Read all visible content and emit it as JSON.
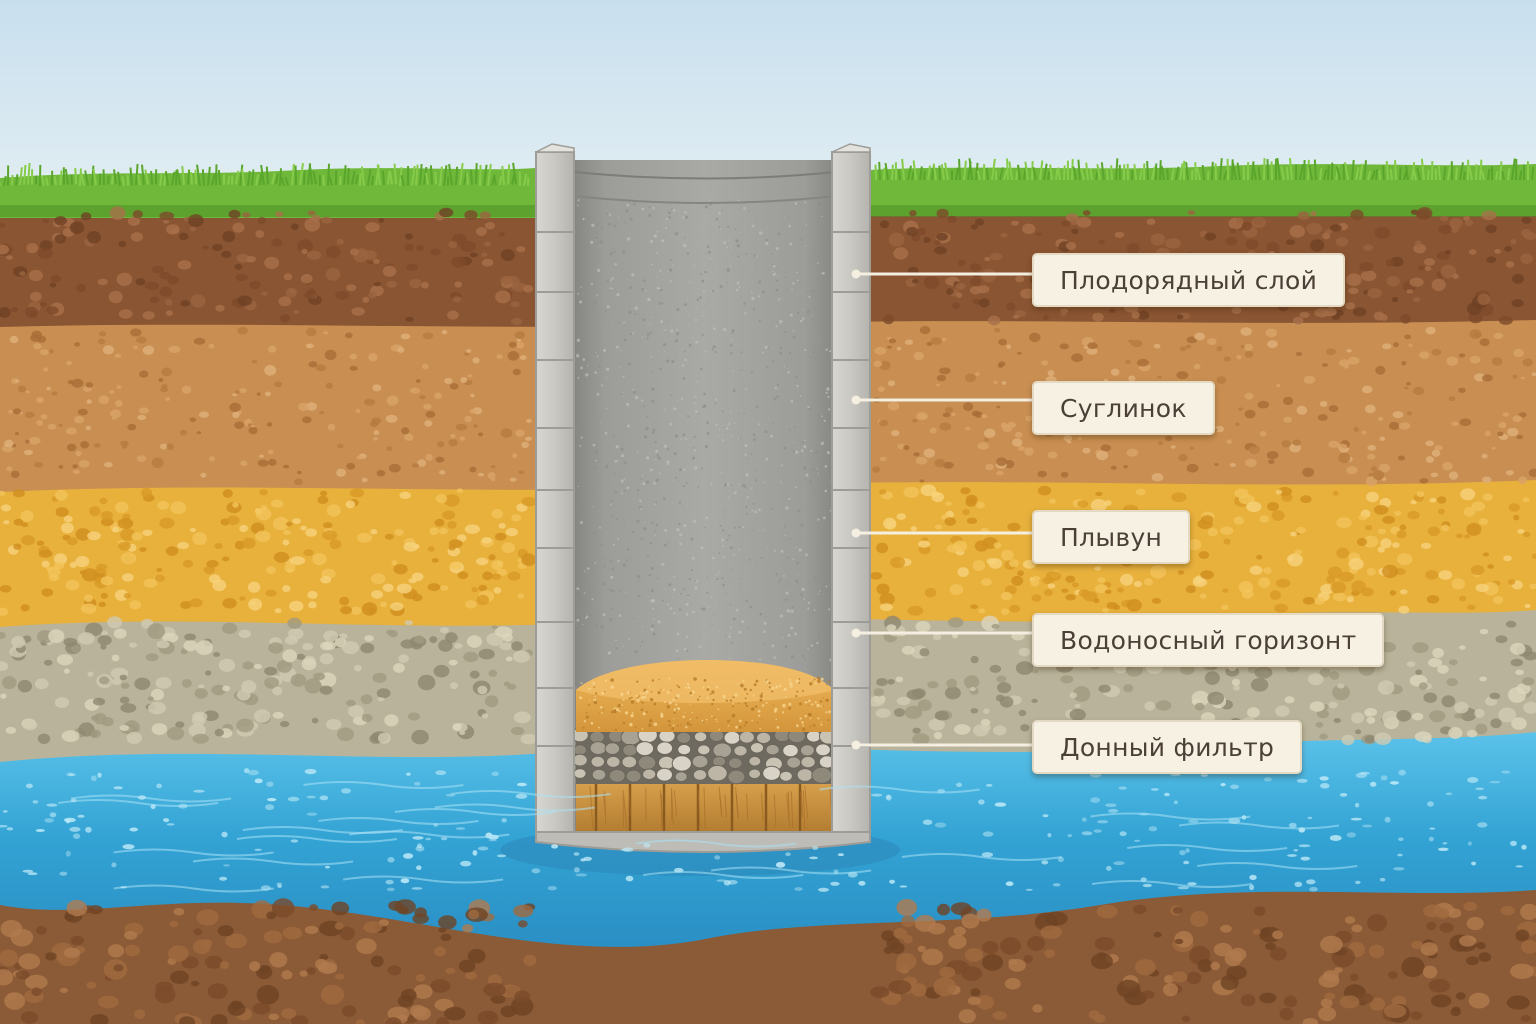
{
  "labels": [
    {
      "id": "topsoil",
      "text": "Плодорядный слой"
    },
    {
      "id": "loam",
      "text": "Суглинок"
    },
    {
      "id": "quicksand",
      "text": "Плывун"
    },
    {
      "id": "aquifer",
      "text": "Водоносный горизонт"
    },
    {
      "id": "bottom-filter",
      "text": "Донный фильтр"
    }
  ],
  "colors": {
    "sky": "#cfe3ef",
    "grass": "#6fb83a",
    "topsoil": "#8a5532",
    "loam": "#c98f52",
    "quicksand": "#e8b13c",
    "aquifer": "#b8b39a",
    "water": "#3fa9d6",
    "bedrock": "#8b5a36",
    "concrete": "#a3a3a0",
    "label_bg": "#f7f1e4",
    "label_text": "#4a4036"
  }
}
